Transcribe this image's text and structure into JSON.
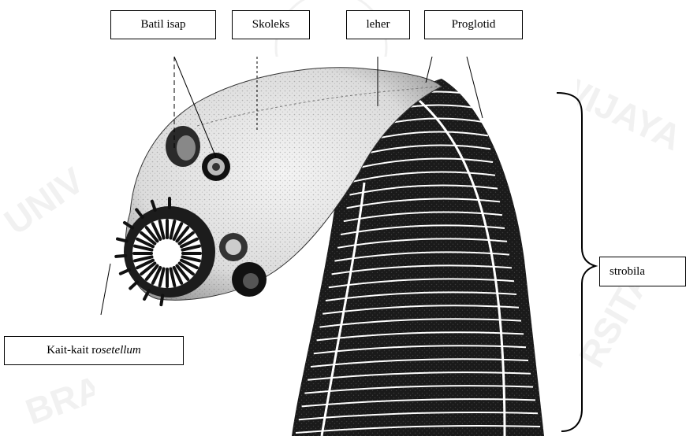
{
  "labels": {
    "batil_isap": "Batil isap",
    "skoleks": "Skoleks",
    "leher": "leher",
    "proglotid": "Proglotid",
    "strobila": "strobila",
    "kait_prefix": "Kait-kait r",
    "kait_italic": "osetellum"
  },
  "watermark": {
    "lettering": [
      "BRAWIJAYA",
      "UNIVERSITAS"
    ]
  },
  "colors": {
    "background": "#ffffff",
    "ink": "#000000",
    "segment_dark": "#1a1a1a",
    "watermark": "#e6e6e6"
  }
}
